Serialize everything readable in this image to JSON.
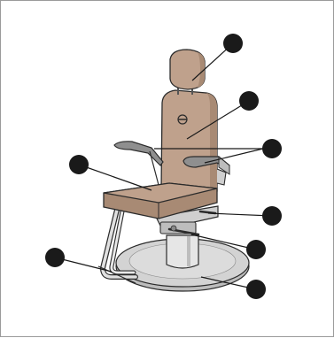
{
  "figure": {
    "subject": "examination-chair",
    "colors": {
      "upholstery": "#bfa18c",
      "upholstery_shade": "#a88a74",
      "metal": "#d9d9d9",
      "metal_shade": "#bdbdbd",
      "base": "#cfcfcf",
      "outline": "#2b2b2b",
      "marker": "#1a1a1a",
      "frame_border": "#9a9a9a"
    },
    "callouts": [
      {
        "part": "headrest"
      },
      {
        "part": "backrest"
      },
      {
        "part": "armrests"
      },
      {
        "part": "seat"
      },
      {
        "part": "seat-adjustment-lever"
      },
      {
        "part": "column-lock"
      },
      {
        "part": "footrest"
      },
      {
        "part": "base"
      }
    ]
  }
}
